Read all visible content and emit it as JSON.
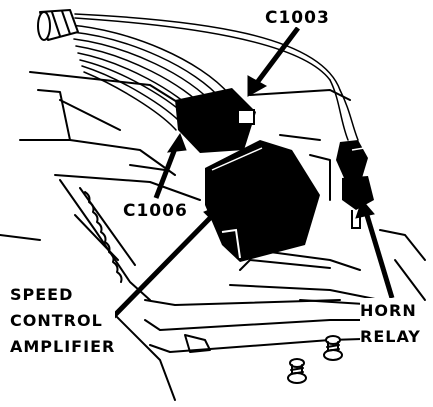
{
  "labels": {
    "c1003": "C1003",
    "c1006": "C1006",
    "speed_control_amplifier": [
      "SPEED",
      "CONTROL",
      "AMPLIFIER"
    ],
    "horn_relay": [
      "HORN",
      "RELAY"
    ]
  },
  "colors": {
    "ink": "#000000",
    "paper": "#ffffff"
  }
}
